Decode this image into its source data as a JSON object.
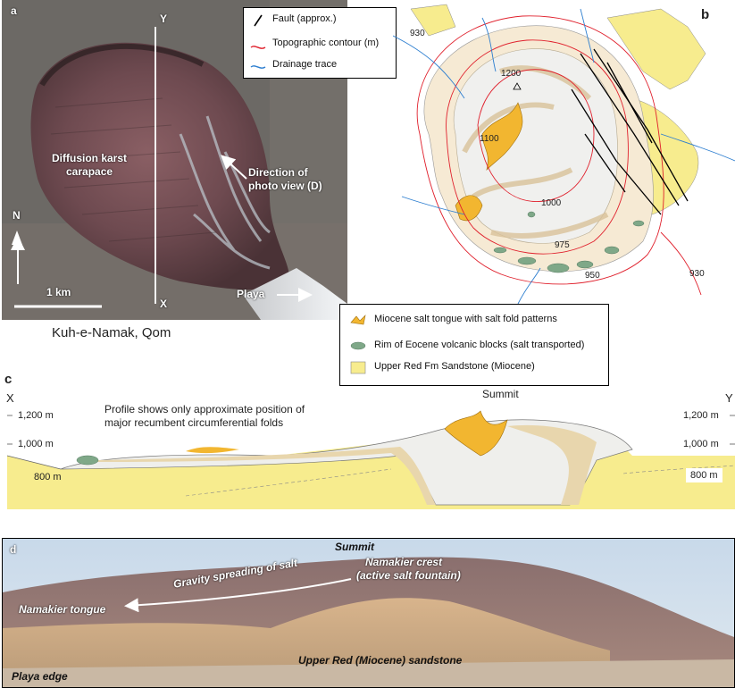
{
  "panel_a": {
    "letter": "a",
    "y_label": "Y",
    "x_label": "X",
    "karst_label_line1": "Diffusion karst",
    "karst_label_line2": "carapace",
    "direction_line1": "Direction of",
    "direction_line2": "photo view (D)",
    "playa_label": "Playa",
    "north_label": "N",
    "scale_label": "1 km",
    "caption": "Kuh-e-Namak, Qom"
  },
  "panel_a_legend": {
    "items": [
      {
        "label": "Fault (approx.)",
        "color": "#000000"
      },
      {
        "label": "Topographic contour (m)",
        "color": "#e0212d"
      },
      {
        "label": "Drainage trace",
        "color": "#2e7fd0"
      }
    ]
  },
  "panel_b": {
    "letter": "b",
    "contours": [
      "930",
      "1200",
      "1100",
      "1000",
      "975",
      "950",
      "930"
    ]
  },
  "panel_b_legend": {
    "items": [
      {
        "label": "Miocene salt tongue with salt fold patterns",
        "color": "#f2b630"
      },
      {
        "label": "Rim of Eocene volcanic blocks (salt transported)",
        "color": "#7fa888"
      },
      {
        "label": "Upper Red Fm Sandstone (Miocene)",
        "color": "#f7ec8e"
      }
    ]
  },
  "panel_c": {
    "letter": "c",
    "x_label": "X",
    "y_label": "Y",
    "note_line1": "Profile shows only approximate position of",
    "note_line2": "major recumbent circumferential folds",
    "summit": "Summit",
    "left_ticks": [
      "1,200 m",
      "1,000 m",
      "800 m"
    ],
    "right_ticks": [
      "1,200 m",
      "1,000 m",
      "800 m"
    ]
  },
  "panel_d": {
    "letter": "d",
    "summit": "Summit",
    "crest_line1": "Namakier crest",
    "crest_line2": "(active salt fountain)",
    "gravity": "Gravity spreading of salt",
    "tongue": "Namakier tongue",
    "sandstone": "Upper Red (Miocene) sandstone",
    "playa_edge": "Playa edge"
  }
}
